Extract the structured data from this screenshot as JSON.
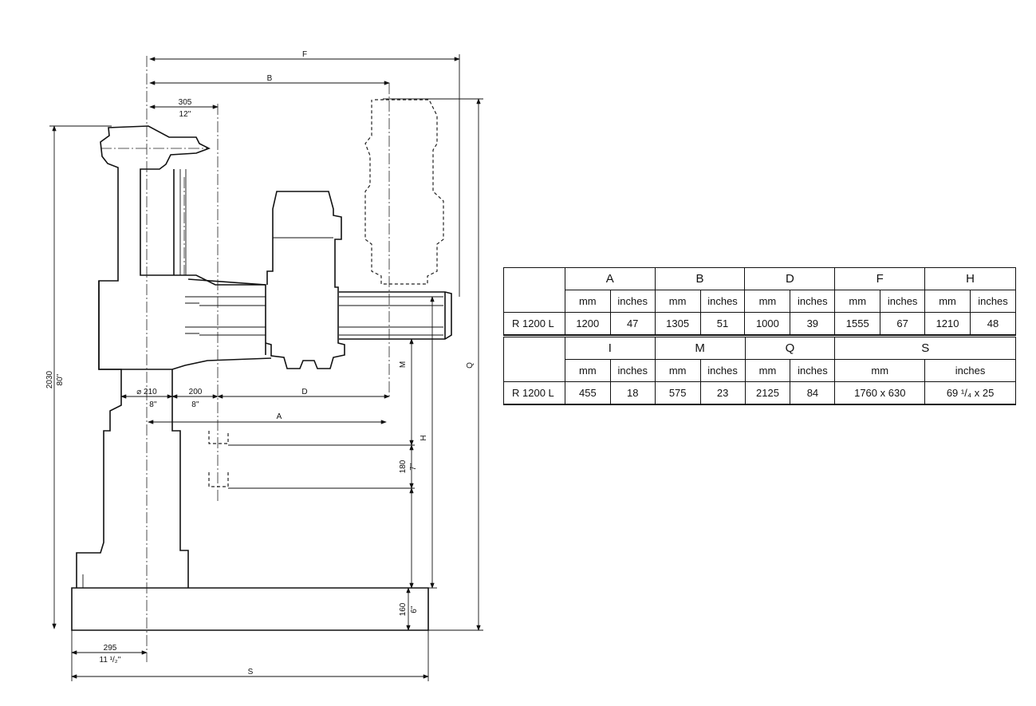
{
  "diagram": {
    "dimension_labels": {
      "F": "F",
      "B": "B",
      "top_305": "305",
      "top_12in": "12''",
      "height_2030": "2030",
      "height_80in": "80''",
      "dia_210": "⌀ 210",
      "dia_8in": "8''",
      "d_200": "200",
      "d_200_in": "8''",
      "D": "D",
      "A": "A",
      "M": "M",
      "Q": "Q",
      "H": "H",
      "h_180": "180",
      "h_7in": "7''",
      "base_160": "160",
      "base_6in": "6''",
      "off_295": "295",
      "off_11half": "11 ¹/₂''",
      "S": "S"
    }
  },
  "spec_table": {
    "top": {
      "columns": [
        "A",
        "B",
        "D",
        "F",
        "H"
      ],
      "unit_mm": "mm",
      "unit_in": "inches",
      "model": "R 1200  L",
      "values": [
        [
          "1200",
          "47"
        ],
        [
          "1305",
          "51"
        ],
        [
          "1000",
          "39"
        ],
        [
          "1555",
          "67"
        ],
        [
          "1210",
          "48"
        ]
      ]
    },
    "bottom": {
      "columns": [
        "I",
        "M",
        "Q",
        "S"
      ],
      "unit_mm": "mm",
      "unit_in": "inches",
      "model": "R 1200  L",
      "values": [
        [
          "455",
          "18"
        ],
        [
          "575",
          "23"
        ],
        [
          "2125",
          "84"
        ],
        [
          "1760 x 630",
          "69 ¹/₄ x 25"
        ]
      ]
    }
  }
}
